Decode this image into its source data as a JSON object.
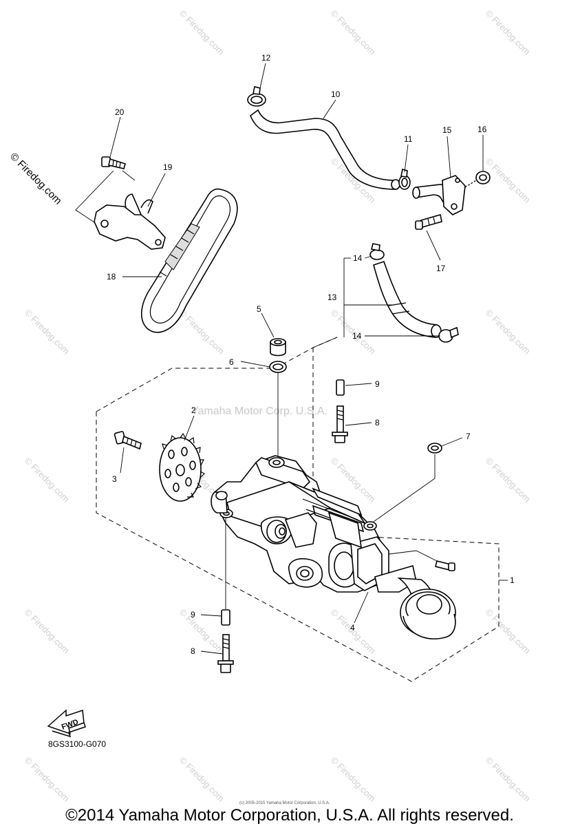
{
  "diagram": {
    "code": "8GS3100-G070",
    "fwd_label": "FWD",
    "center_watermark": "Yamaha Motor Corp. U.S.A.",
    "side_watermark": "© Firedog.com",
    "small_copyright": "(c) 2005-2015 Yamaha Motor Corporation, U.S.A.",
    "copyright": "©2014 Yamaha Motor Corporation, U.S.A. All rights reserved.",
    "callouts": {
      "c1": "1",
      "c2": "2",
      "c3": "3",
      "c4": "4",
      "c5": "5",
      "c6": "6",
      "c7": "7",
      "c8a": "8",
      "c8b": "8",
      "c9a": "9",
      "c9b": "9",
      "c10": "10",
      "c11": "11",
      "c12": "12",
      "c13": "13",
      "c14a": "14",
      "c14b": "14",
      "c15": "15",
      "c16": "16",
      "c17": "17",
      "c18": "18",
      "c19": "19",
      "c20": "20"
    }
  }
}
